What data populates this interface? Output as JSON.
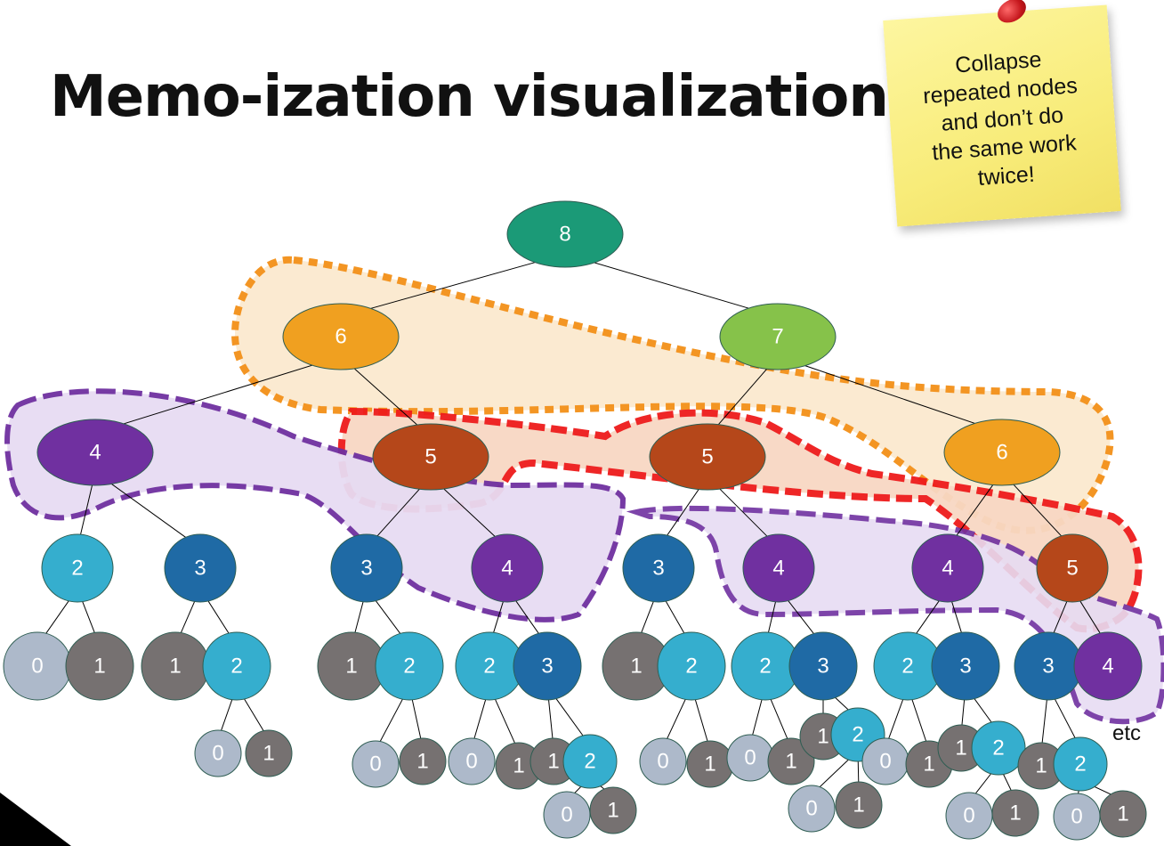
{
  "title": "Memo-ization visualization",
  "note": "Collapse\nrepeated nodes\nand don’t do\nthe same work\ntwice!",
  "etc": "etc",
  "colors": {
    "teal": "#1b9a77",
    "orange": "#f0a020",
    "green": "#86c24a",
    "purple": "#7030a0",
    "rust": "#b5471a",
    "navy": "#1f6aa5",
    "cyan": "#35aece",
    "gray": "#767171",
    "lightgray": "#adb9ca"
  },
  "nodes": [
    {
      "id": "n8",
      "label": "8",
      "color": "teal"
    },
    {
      "id": "n6a",
      "label": "6",
      "color": "orange"
    },
    {
      "id": "n7",
      "label": "7",
      "color": "green"
    },
    {
      "id": "n4a",
      "label": "4",
      "color": "purple"
    },
    {
      "id": "n5a",
      "label": "5",
      "color": "rust"
    },
    {
      "id": "n5b",
      "label": "5",
      "color": "rust"
    },
    {
      "id": "n6b",
      "label": "6",
      "color": "orange"
    },
    {
      "id": "n2a",
      "label": "2",
      "color": "cyan"
    },
    {
      "id": "n3a",
      "label": "3",
      "color": "navy"
    },
    {
      "id": "n3b",
      "label": "3",
      "color": "navy"
    },
    {
      "id": "n4b",
      "label": "4",
      "color": "purple"
    },
    {
      "id": "n3c",
      "label": "3",
      "color": "navy"
    },
    {
      "id": "n4c",
      "label": "4",
      "color": "purple"
    },
    {
      "id": "n4d",
      "label": "4",
      "color": "purple"
    },
    {
      "id": "n5c",
      "label": "5",
      "color": "rust"
    },
    {
      "id": "l1",
      "label": "0",
      "color": "lightgray"
    },
    {
      "id": "l2",
      "label": "1",
      "color": "gray"
    },
    {
      "id": "l3",
      "label": "1",
      "color": "gray"
    },
    {
      "id": "l4",
      "label": "2",
      "color": "cyan"
    },
    {
      "id": "l5",
      "label": "1",
      "color": "gray"
    },
    {
      "id": "l6",
      "label": "2",
      "color": "cyan"
    },
    {
      "id": "l7",
      "label": "2",
      "color": "cyan"
    },
    {
      "id": "l8",
      "label": "3",
      "color": "navy"
    },
    {
      "id": "l9",
      "label": "1",
      "color": "gray"
    },
    {
      "id": "l10",
      "label": "2",
      "color": "cyan"
    },
    {
      "id": "l11",
      "label": "2",
      "color": "cyan"
    },
    {
      "id": "l12",
      "label": "3",
      "color": "navy"
    },
    {
      "id": "l13",
      "label": "2",
      "color": "cyan"
    },
    {
      "id": "l14",
      "label": "3",
      "color": "navy"
    },
    {
      "id": "l15",
      "label": "3",
      "color": "navy"
    },
    {
      "id": "l16",
      "label": "4",
      "color": "purple"
    },
    {
      "id": "s1",
      "label": "0",
      "color": "lightgray"
    },
    {
      "id": "s2",
      "label": "1",
      "color": "gray"
    },
    {
      "id": "s3",
      "label": "0",
      "color": "lightgray"
    },
    {
      "id": "s4",
      "label": "1",
      "color": "gray"
    },
    {
      "id": "s5",
      "label": "0",
      "color": "lightgray"
    },
    {
      "id": "s6",
      "label": "1",
      "color": "gray"
    },
    {
      "id": "s7",
      "label": "1",
      "color": "gray"
    },
    {
      "id": "s8",
      "label": "2",
      "color": "cyan"
    },
    {
      "id": "s9",
      "label": "0",
      "color": "lightgray"
    },
    {
      "id": "s10",
      "label": "1",
      "color": "gray"
    },
    {
      "id": "s11",
      "label": "0",
      "color": "lightgray"
    },
    {
      "id": "s12",
      "label": "1",
      "color": "gray"
    },
    {
      "id": "s13",
      "label": "1",
      "color": "gray"
    },
    {
      "id": "s14",
      "label": "2",
      "color": "cyan"
    },
    {
      "id": "s15",
      "label": "0",
      "color": "lightgray"
    },
    {
      "id": "s16",
      "label": "1",
      "color": "gray"
    },
    {
      "id": "s17",
      "label": "1",
      "color": "gray"
    },
    {
      "id": "s18",
      "label": "2",
      "color": "cyan"
    },
    {
      "id": "s19",
      "label": "1",
      "color": "gray"
    },
    {
      "id": "s20",
      "label": "2",
      "color": "cyan"
    },
    {
      "id": "t1",
      "label": "0",
      "color": "lightgray"
    },
    {
      "id": "t2",
      "label": "1",
      "color": "gray"
    },
    {
      "id": "t3",
      "label": "0",
      "color": "lightgray"
    },
    {
      "id": "t4",
      "label": "1",
      "color": "gray"
    },
    {
      "id": "t5",
      "label": "0",
      "color": "lightgray"
    },
    {
      "id": "t6",
      "label": "1",
      "color": "gray"
    },
    {
      "id": "t7",
      "label": "0",
      "color": "lightgray"
    },
    {
      "id": "t8",
      "label": "1",
      "color": "gray"
    }
  ]
}
